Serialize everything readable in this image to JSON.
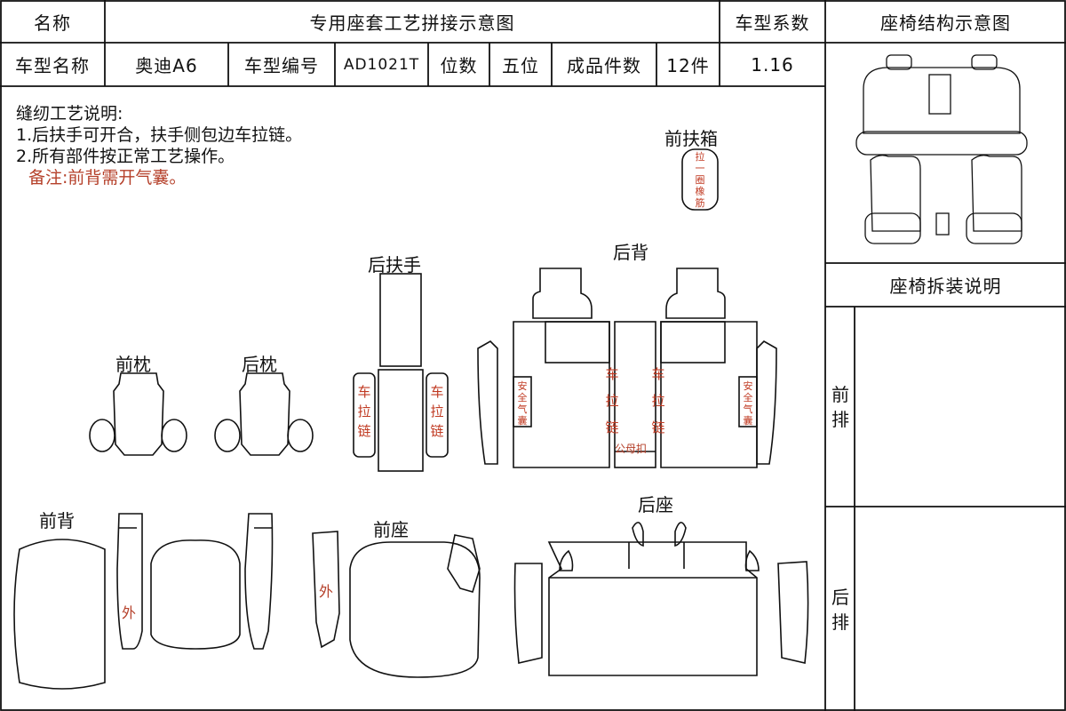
{
  "header": {
    "name_label": "名称",
    "title": "专用座套工艺拼接示意图",
    "coef_label": "车型系数",
    "structure_title": "座椅结构示意图"
  },
  "info_row": {
    "model_name_label": "车型名称",
    "model_name": "奥迪A6",
    "model_code_label": "车型编号",
    "model_code": "AD1021T",
    "seats_label": "位数",
    "seats": "五位",
    "pieces_label": "成品件数",
    "pieces": "12件",
    "coef": "1.16"
  },
  "notes": {
    "heading": "缝纫工艺说明:",
    "line1": "1.后扶手可开合，扶手侧包边车拉链。",
    "line2": "2.所有部件按正常工艺操作。",
    "remark": "备注:前背需开气囊。"
  },
  "parts": {
    "front_armrest_box": "前扶箱",
    "front_box_note": "拉一圈橡筋",
    "rear_armrest": "后扶手",
    "rear_back": "后背",
    "front_headrest": "前枕",
    "rear_headrest": "后枕",
    "front_back": "前背",
    "front_seat": "前座",
    "rear_seat": "后座"
  },
  "marks": {
    "zipper": "车拉链",
    "airbag": "安全气囊",
    "outer": "外",
    "snap": "公母扣"
  },
  "side_panel": {
    "disassembly_title": "座椅拆装说明",
    "front_row": "前排",
    "rear_row": "后排"
  }
}
